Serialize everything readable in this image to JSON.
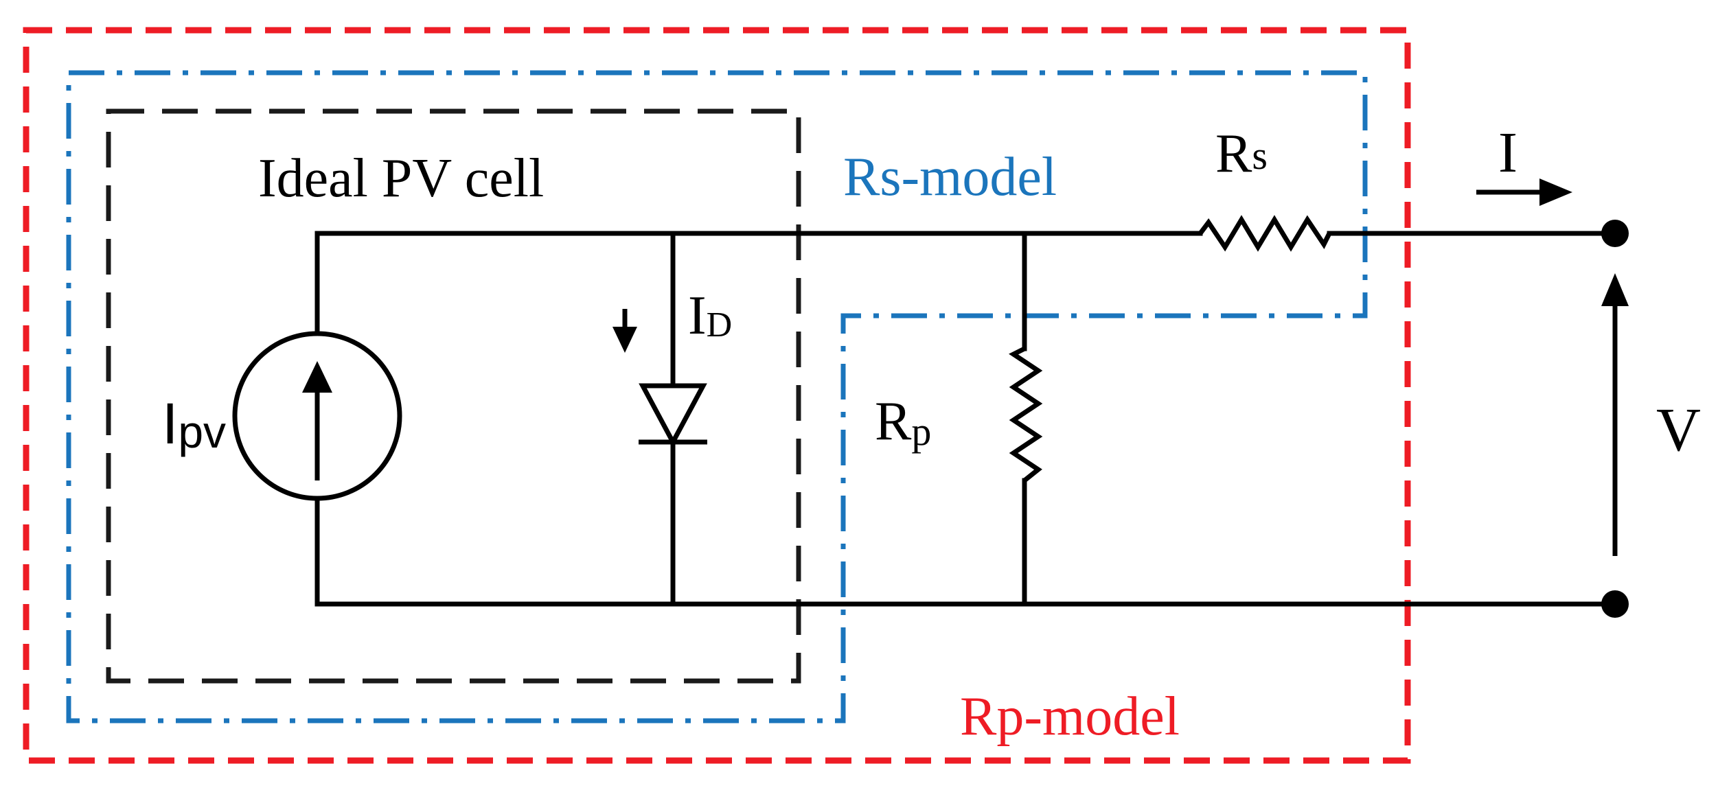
{
  "diagram": {
    "colors": {
      "ideal_box": "#1a1a1a",
      "rs_box": "#1b75bc",
      "rp_box": "#ee1c25",
      "wire": "#000000",
      "background": "#ffffff"
    },
    "boxes": {
      "ideal": {
        "label": "Ideal PV cell"
      },
      "rs": {
        "label": "Rs-model"
      },
      "rp": {
        "label": "Rp-model"
      }
    },
    "components": {
      "current_source": {
        "label_main": "I",
        "label_sub": "pv"
      },
      "diode": {
        "label_main": "I",
        "label_sub": "D"
      },
      "parallel_resistor": {
        "label_main": "R",
        "label_sub": "p"
      },
      "series_resistor": {
        "label_main": "R",
        "label_sub": "s"
      }
    },
    "terminals": {
      "current_label": "I",
      "voltage_label": "V"
    }
  }
}
